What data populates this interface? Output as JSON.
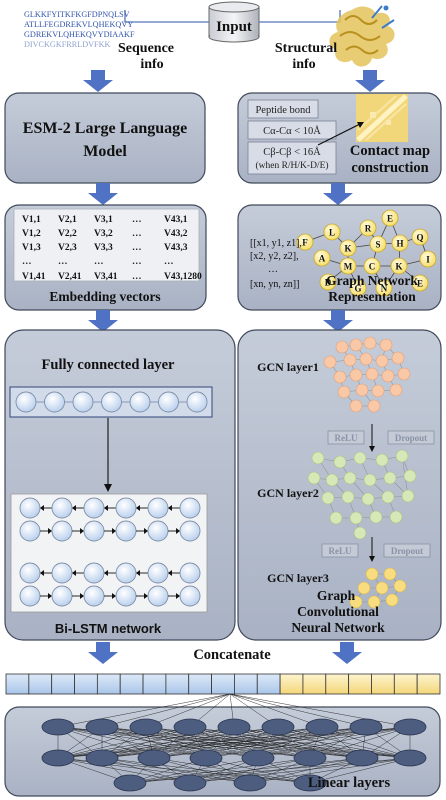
{
  "input": {
    "label": "Input"
  },
  "sequence": {
    "lines": [
      "GLKKFYITKFKGFDPNQLSV",
      "ATLLFEGDREKVLQHEKQVY",
      "GDREKVLQHEKQVYDIAAKF",
      "DIVCKGKFRRLDVFKK"
    ],
    "label_line1": "Sequence",
    "label_line2": "info"
  },
  "structure": {
    "label_line1": "Structural",
    "label_line2": "info"
  },
  "esm": {
    "line1": "ESM-2 Large Language",
    "line2": "Model"
  },
  "contact": {
    "peptide_bond": "Peptide bond",
    "ca_rule": "Cα-Cα < 10Å",
    "cb_rule_line1": "Cβ-Cβ < 16Å",
    "cb_rule_line2": "(when R/H/K-D/E)",
    "title_line1": "Contact map",
    "title_line2": "construction"
  },
  "embedding": {
    "rows": [
      [
        "V1,1",
        "V2,1",
        "V3,1",
        "…",
        "V43,1"
      ],
      [
        "V1,2",
        "V2,2",
        "V3,2",
        "…",
        "V43,2"
      ],
      [
        "V1,3",
        "V2,3",
        "V3,3",
        "…",
        "V43,3"
      ],
      [
        "…",
        "…",
        "…",
        "…",
        "…"
      ],
      [
        "V1,41",
        "V2,41",
        "V3,41",
        "…",
        "V43,1280"
      ]
    ],
    "label": "Embedding vectors"
  },
  "graph": {
    "nodes": [
      "E",
      "F",
      "L",
      "R",
      "Q",
      "K",
      "S",
      "H",
      "A",
      "M",
      "C",
      "I",
      "D",
      "G",
      "K",
      "N",
      "E"
    ],
    "coords": [
      "[[x1, y1, z1],",
      "[x2, y2, z2],",
      "…",
      "[xn, yn, zn]]"
    ],
    "label_line1": "Graph Network",
    "label_line2": "Representation"
  },
  "fc": {
    "label": "Fully connected layer"
  },
  "bilstm": {
    "label": "Bi-LSTM network"
  },
  "gcn": {
    "layer1": "GCN layer1",
    "layer2": "GCN layer2",
    "layer3": "GCN layer3",
    "relu": "ReLU",
    "dropout": "Dropout",
    "title_line1": "Graph",
    "title_line2": "Convolutional",
    "title_line3": "Neural Network"
  },
  "concatenate": {
    "label": "Concatenate"
  },
  "linear": {
    "label": "Linear layers"
  },
  "colors": {
    "panel_fill": "#b8c0d0",
    "panel_stroke": "#404a5a",
    "arrow": "#4f72c4",
    "node_blue": "#c9dcf4",
    "node_orange": "#f9c8a6",
    "node_green": "#d7e8b8",
    "node_yellow": "#f7dd80",
    "aa_fill": "#fff2a8",
    "net_node": "#4d5d80"
  }
}
